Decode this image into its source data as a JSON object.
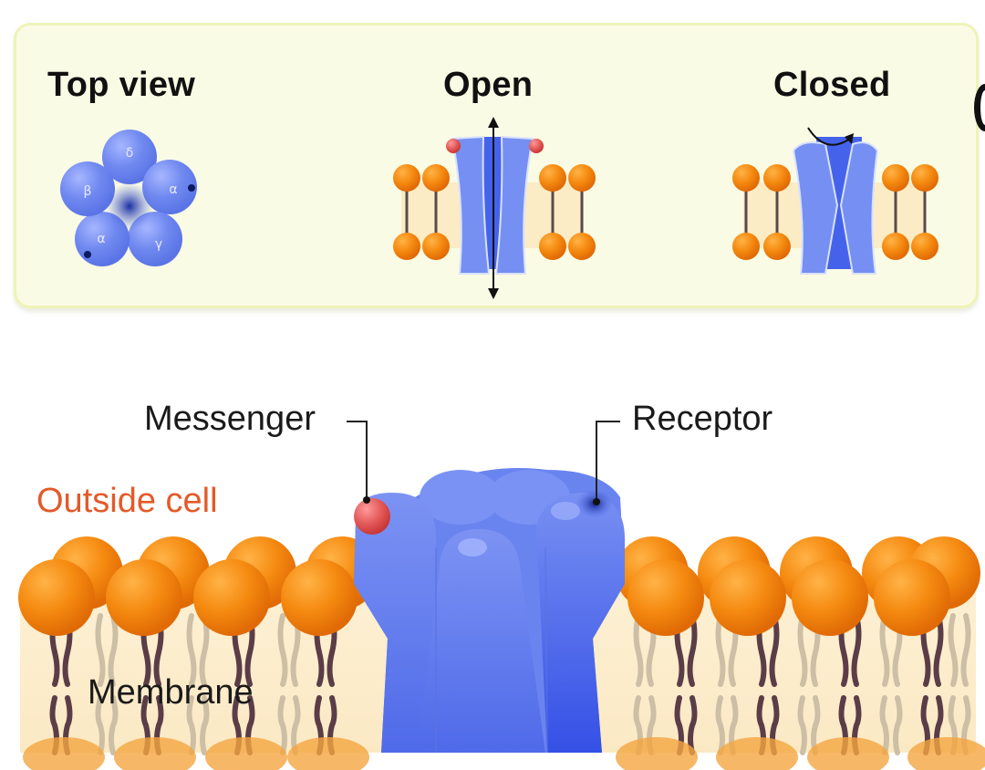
{
  "panel": {
    "views": [
      {
        "id": "top-view",
        "title": "Top view"
      },
      {
        "id": "open",
        "title": "Open"
      },
      {
        "id": "closed",
        "title": "Closed"
      }
    ],
    "subunit_labels": [
      "δ",
      "α",
      "γ",
      "α",
      "β"
    ]
  },
  "main": {
    "labels": {
      "messenger": "Messenger",
      "receptor": "Receptor",
      "outside_cell": "Outside cell",
      "membrane": "Membrane"
    }
  },
  "colors": {
    "panel_background": "#fafbe4",
    "panel_border": "#eef3b8",
    "protein_blue": "#6f88f0",
    "protein_blue_dark": "#3f5ee8",
    "lipid_head_orange": "#f08a10",
    "messenger_red": "#e25858",
    "outside_cell_label": "#e35a2a",
    "membrane_interior": "#fbeccb"
  }
}
